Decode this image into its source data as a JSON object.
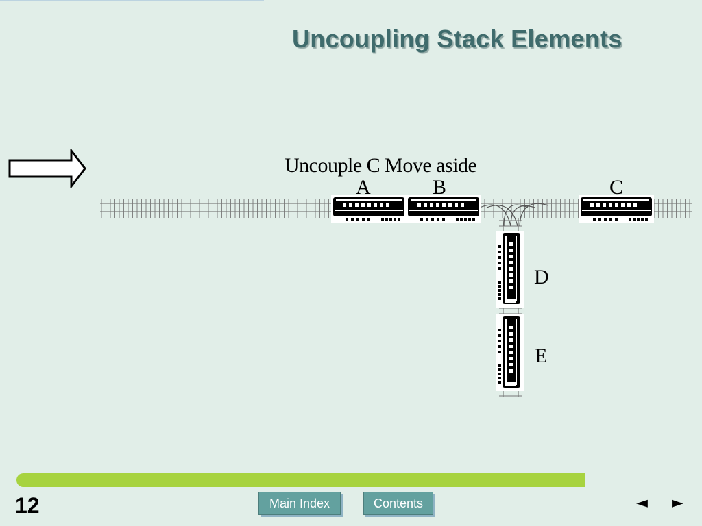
{
  "title": "Uncoupling Stack Elements",
  "caption": "Uncouple C Move aside",
  "cars": {
    "a": "A",
    "b": "B",
    "c": "C",
    "d": "D",
    "e": "E"
  },
  "footer": {
    "page_number": "12",
    "main_index_label": "Main Index",
    "contents_label": "Contents",
    "prev_symbol": "◄",
    "next_symbol": "►"
  },
  "colors": {
    "background": "#e1eee8",
    "title": "#3f6b6c",
    "progress": "#a7d33f",
    "button": "#63a19f"
  }
}
